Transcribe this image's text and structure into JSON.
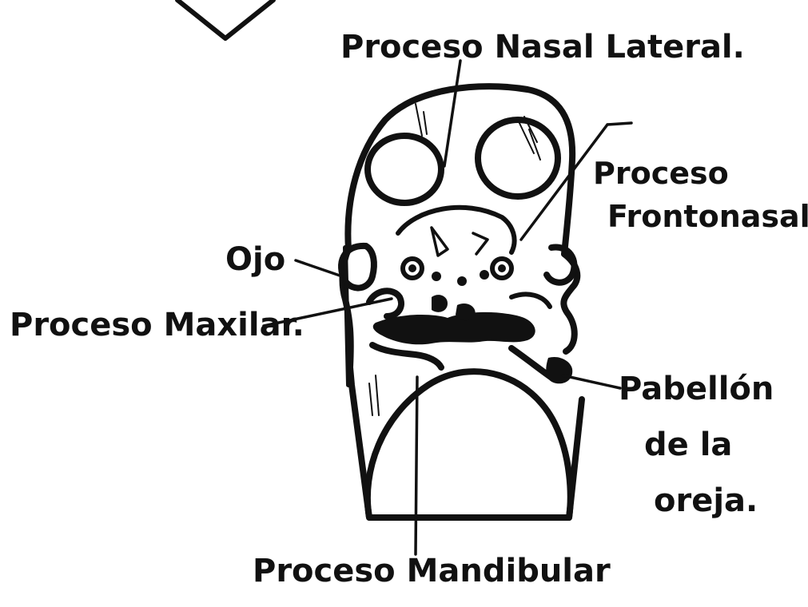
{
  "labels": {
    "proceso_nasal_lateral": "Proceso Nasal Lateral.",
    "proceso_frontonasal_line1": "Proceso",
    "proceso_frontonasal_line2": "Frontonasal.",
    "ojo": "Ojo",
    "proceso_maxilar": "Proceso Maxilar.",
    "pabellon_line1": "Pabellón",
    "pabellon_line2": "de la",
    "pabellon_line3": "oreja.",
    "proceso_mandibular": "Proceso Mandibular"
  },
  "colors": {
    "ink": "#111111",
    "paper": "#ffffff"
  }
}
